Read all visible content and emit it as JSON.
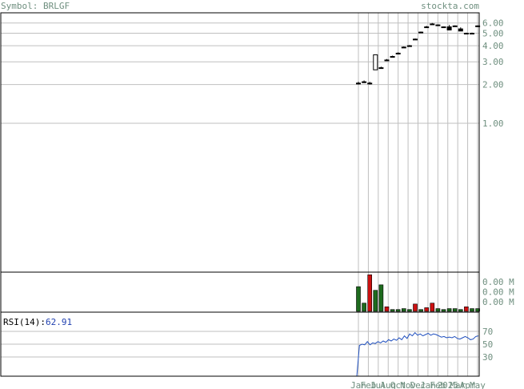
{
  "header": {
    "symbol_label": "Symbol: BRLGF",
    "site_label": "stockta.com"
  },
  "colors": {
    "text_muted": "#6f8f7f",
    "frame": "#000000",
    "grid": "#bfbfbf",
    "volume_up": "#1e6b1e",
    "volume_down": "#cc1111",
    "rsi_line": "#1f4fbf",
    "rsi_value": "#1f3faf"
  },
  "chart_data": [
    {
      "type": "candlestick",
      "scale": "log",
      "y_tick_labels": [
        "6.00",
        "5.00",
        "4.00",
        "3.00",
        "2.00",
        "1.00"
      ],
      "y_ticks": [
        6,
        5,
        4,
        3,
        2,
        1
      ],
      "ylim": [
        0.07,
        7.2
      ],
      "x_tick_labels": [
        "Jan",
        "Feb",
        "Jul",
        "Aug",
        "Oct",
        "Nov",
        "Dec",
        "Jan",
        "Feb",
        "2025",
        "Mar",
        "Apr",
        "May"
      ],
      "candles": [
        {
          "o": 2.05,
          "h": 2.1,
          "l": 2.0,
          "c": 2.05
        },
        {
          "o": 2.1,
          "h": 2.15,
          "l": 2.05,
          "c": 2.1
        },
        {
          "o": 2.05,
          "h": 2.1,
          "l": 2.0,
          "c": 2.05
        },
        {
          "o": 2.6,
          "h": 3.4,
          "l": 2.6,
          "c": 3.4
        },
        {
          "o": 2.7,
          "h": 2.75,
          "l": 2.65,
          "c": 2.7
        },
        {
          "o": 3.1,
          "h": 3.15,
          "l": 3.05,
          "c": 3.1
        },
        {
          "o": 3.3,
          "h": 3.35,
          "l": 3.25,
          "c": 3.3
        },
        {
          "o": 3.5,
          "h": 3.55,
          "l": 3.45,
          "c": 3.5
        },
        {
          "o": 3.9,
          "h": 3.95,
          "l": 3.85,
          "c": 3.9
        },
        {
          "o": 4.0,
          "h": 4.05,
          "l": 3.95,
          "c": 4.0
        },
        {
          "o": 4.5,
          "h": 4.55,
          "l": 4.45,
          "c": 4.5
        },
        {
          "o": 5.1,
          "h": 5.15,
          "l": 5.05,
          "c": 5.1
        },
        {
          "o": 5.6,
          "h": 5.7,
          "l": 5.5,
          "c": 5.6
        },
        {
          "o": 5.9,
          "h": 6.0,
          "l": 5.85,
          "c": 5.9
        },
        {
          "o": 5.8,
          "h": 5.85,
          "l": 5.75,
          "c": 5.8
        },
        {
          "o": 5.6,
          "h": 5.65,
          "l": 5.55,
          "c": 5.6
        },
        {
          "o": 5.6,
          "h": 5.8,
          "l": 5.3,
          "c": 5.3
        },
        {
          "o": 5.7,
          "h": 5.75,
          "l": 5.65,
          "c": 5.7
        },
        {
          "o": 5.4,
          "h": 5.55,
          "l": 5.2,
          "c": 5.2
        },
        {
          "o": 5.0,
          "h": 5.05,
          "l": 4.95,
          "c": 5.0
        },
        {
          "o": 5.0,
          "h": 5.05,
          "l": 4.95,
          "c": 5.0
        },
        {
          "o": 5.7,
          "h": 5.75,
          "l": 5.65,
          "c": 5.7
        }
      ]
    },
    {
      "type": "bar",
      "y_tick_labels": [
        "0.00 M",
        "0.00 M",
        "0.00 M"
      ],
      "ylim": [
        0,
        42
      ],
      "bars": [
        {
          "v": 27,
          "dir": "up"
        },
        {
          "v": 9,
          "dir": "up"
        },
        {
          "v": 40,
          "dir": "down"
        },
        {
          "v": 23,
          "dir": "up"
        },
        {
          "v": 29,
          "dir": "up"
        },
        {
          "v": 5,
          "dir": "down"
        },
        {
          "v": 2,
          "dir": "up"
        },
        {
          "v": 2,
          "dir": "up"
        },
        {
          "v": 3,
          "dir": "up"
        },
        {
          "v": 2,
          "dir": "up"
        },
        {
          "v": 8,
          "dir": "down"
        },
        {
          "v": 2,
          "dir": "up"
        },
        {
          "v": 4,
          "dir": "down"
        },
        {
          "v": 9,
          "dir": "down"
        },
        {
          "v": 3,
          "dir": "up"
        },
        {
          "v": 2,
          "dir": "up"
        },
        {
          "v": 3,
          "dir": "up"
        },
        {
          "v": 3,
          "dir": "up"
        },
        {
          "v": 2,
          "dir": "up"
        },
        {
          "v": 5,
          "dir": "down"
        },
        {
          "v": 3,
          "dir": "up"
        },
        {
          "v": 3,
          "dir": "up"
        }
      ]
    },
    {
      "type": "line",
      "label": "RSI(14):",
      "value": "62.91",
      "y_ticks": [
        70,
        50,
        30
      ],
      "y_tick_labels": [
        "70",
        "50",
        "30"
      ],
      "ylim": [
        0,
        100
      ],
      "values": [
        0,
        48,
        50,
        49,
        54,
        49,
        52,
        51,
        54,
        52,
        55,
        53,
        57,
        55,
        58,
        56,
        60,
        57,
        63,
        59,
        66,
        63,
        68,
        64,
        66,
        63,
        65,
        67,
        64,
        66,
        65,
        63,
        61,
        62,
        60,
        61,
        60,
        62,
        59,
        58,
        60,
        62,
        60,
        57,
        58,
        62,
        63
      ]
    }
  ]
}
